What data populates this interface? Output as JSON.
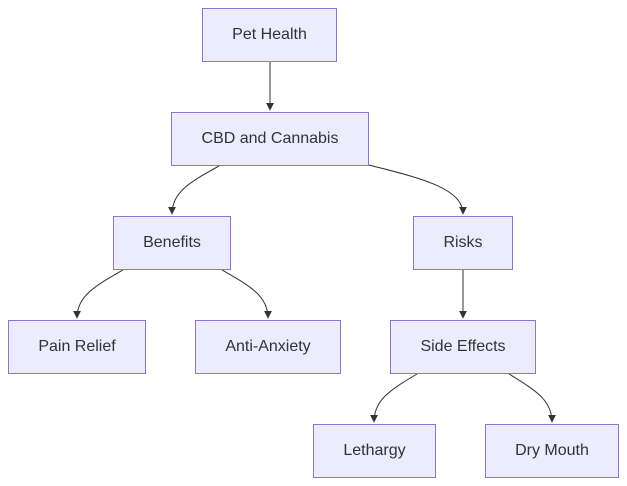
{
  "nodes": {
    "pet_health": "Pet Health",
    "cbd_cannabis": "CBD and Cannabis",
    "benefits": "Benefits",
    "risks": "Risks",
    "pain_relief": "Pain Relief",
    "anti_anxiety": "Anti-Anxiety",
    "side_effects": "Side Effects",
    "lethargy": "Lethargy",
    "dry_mouth": "Dry Mouth"
  },
  "edges": [
    {
      "from": "pet_health",
      "to": "cbd_cannabis"
    },
    {
      "from": "cbd_cannabis",
      "to": "benefits"
    },
    {
      "from": "cbd_cannabis",
      "to": "risks"
    },
    {
      "from": "benefits",
      "to": "pain_relief"
    },
    {
      "from": "benefits",
      "to": "anti_anxiety"
    },
    {
      "from": "risks",
      "to": "side_effects"
    },
    {
      "from": "side_effects",
      "to": "lethargy"
    },
    {
      "from": "side_effects",
      "to": "dry_mouth"
    }
  ],
  "colors": {
    "node_fill": "#ECECFF",
    "node_border": "#9370DB",
    "edge": "#333333",
    "text": "#333333"
  }
}
